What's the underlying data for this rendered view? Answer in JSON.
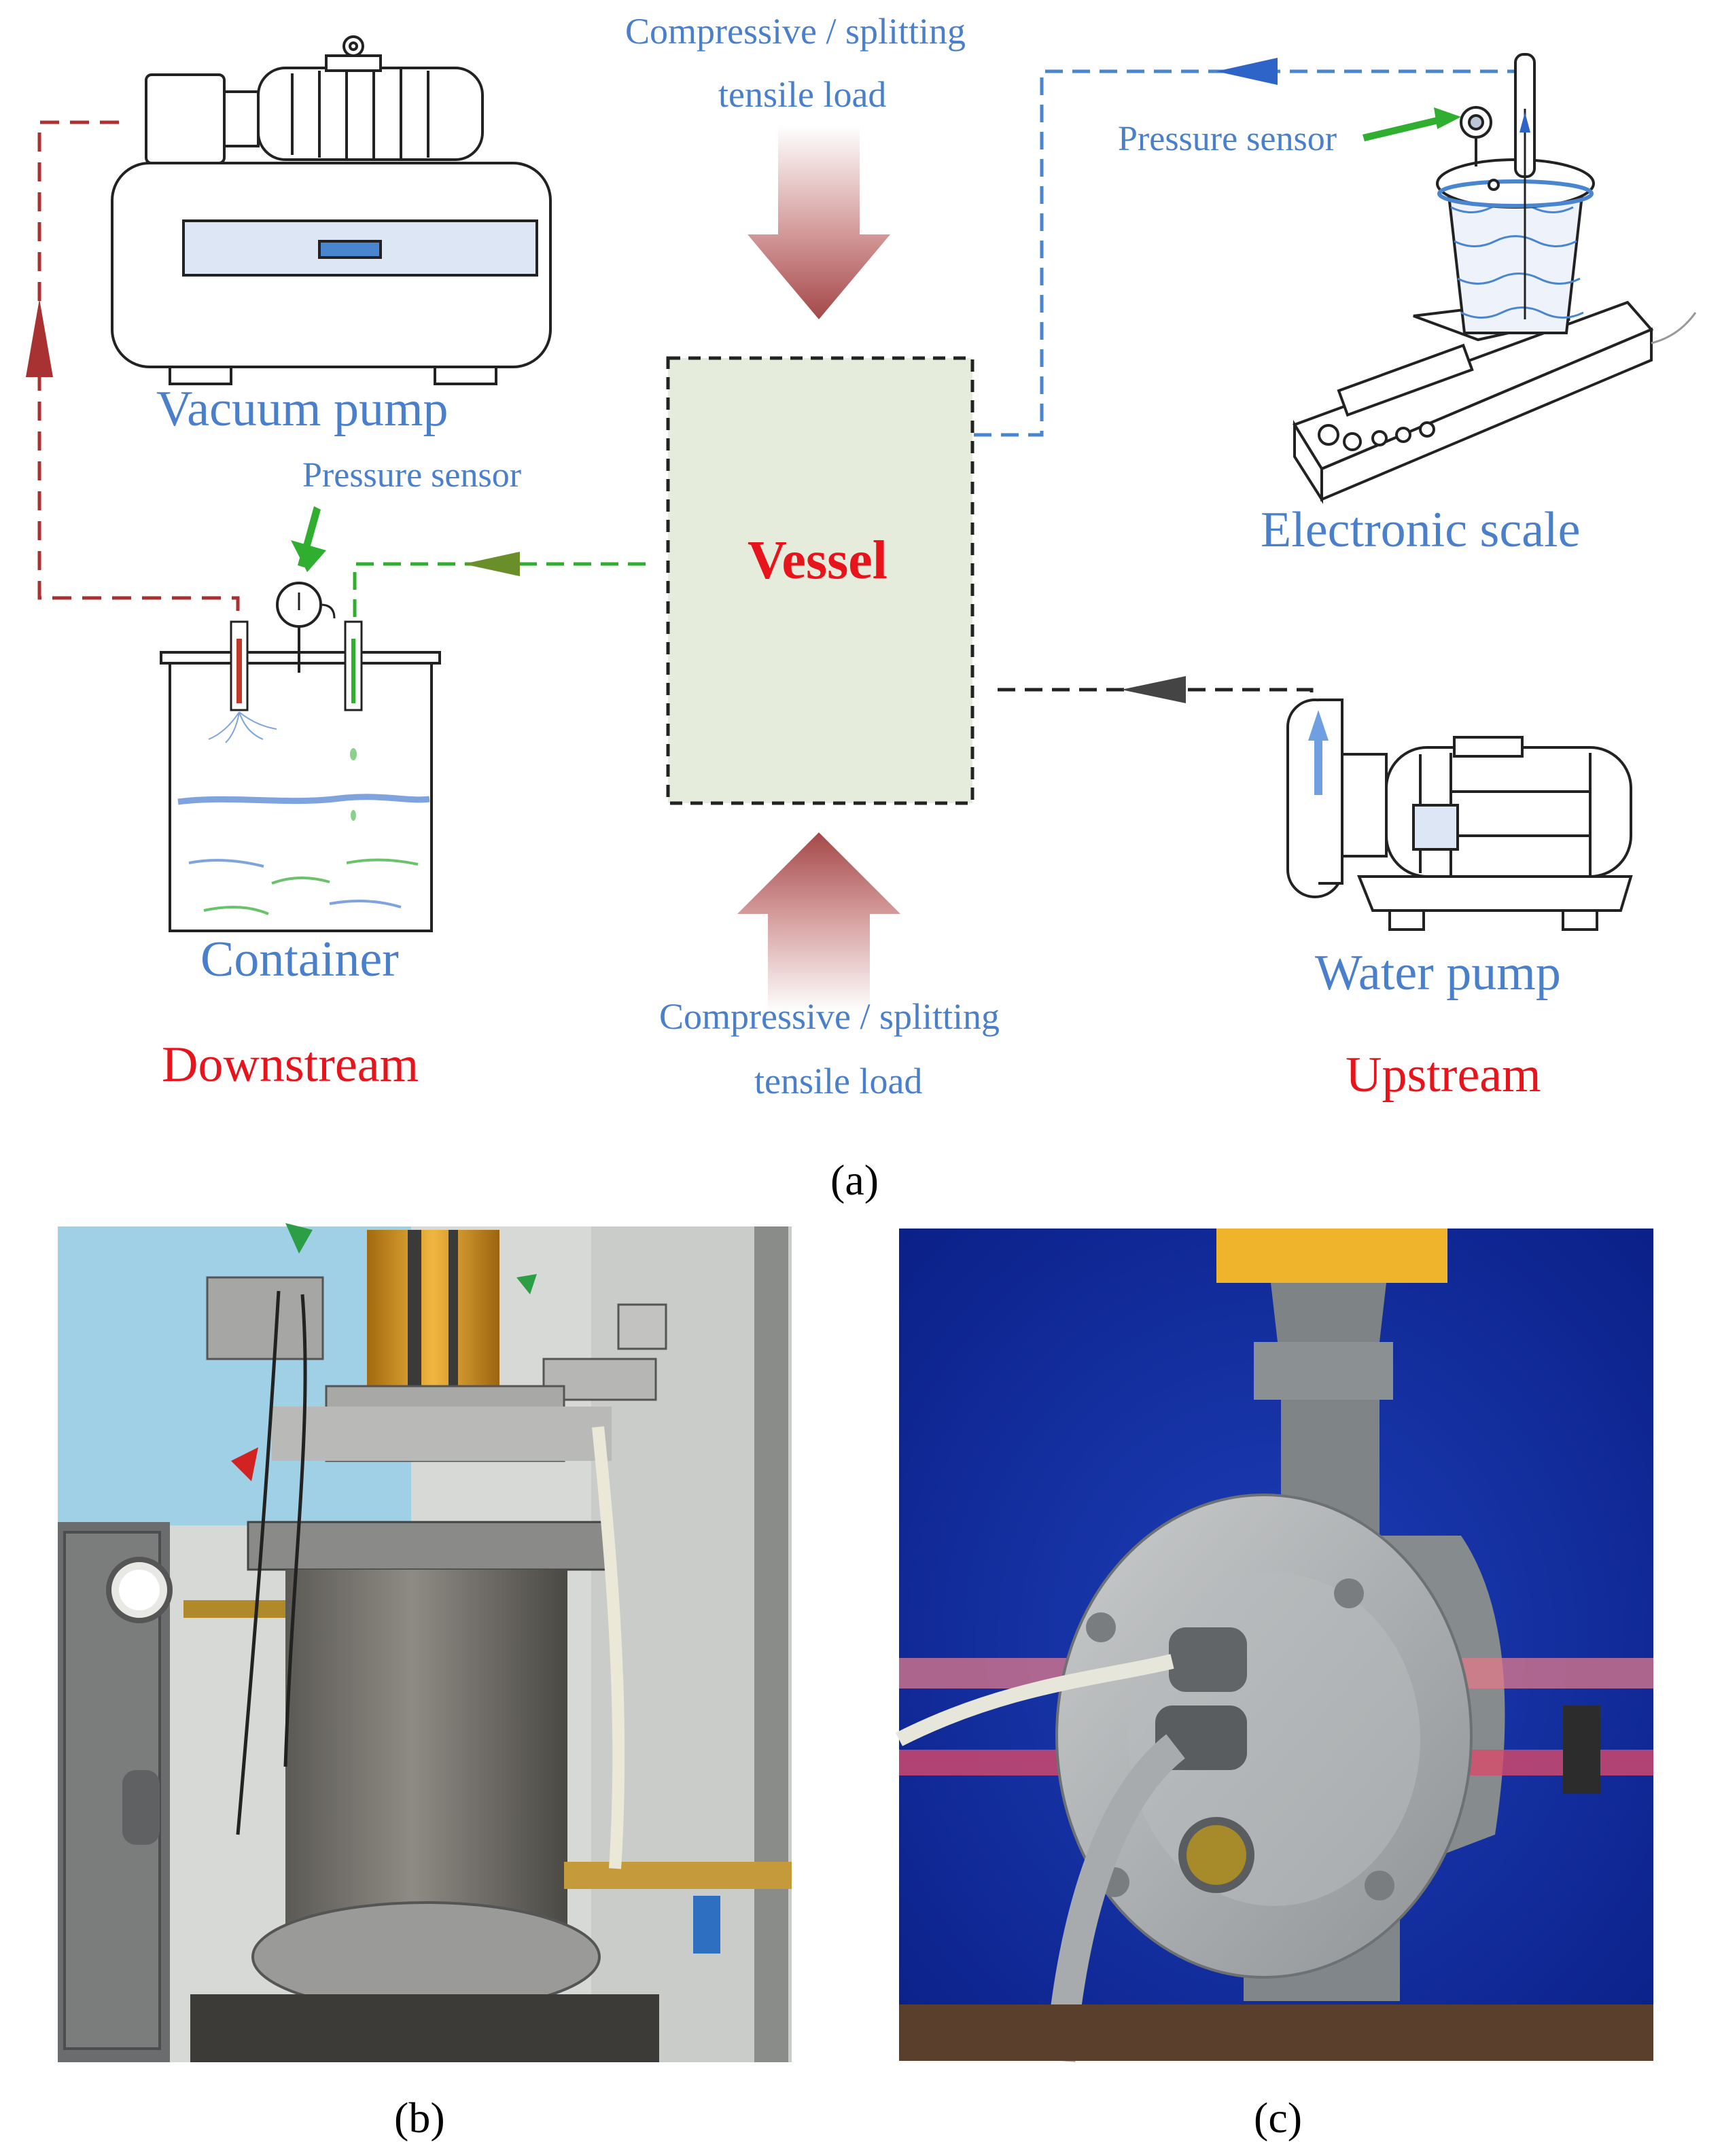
{
  "diagram": {
    "top_load_label": [
      "Compressive / splitting",
      "tensile load"
    ],
    "bottom_load_label": [
      "Compressive / splitting",
      "tensile load"
    ],
    "vacuum_pump_label": "Vacuum pump",
    "pressure_sensor_left": "Pressure sensor",
    "pressure_sensor_right": "Pressure sensor",
    "container_label": "Container",
    "downstream_label": "Downstream",
    "vessel_label": "Vessel",
    "electronic_scale_label": "Electronic scale",
    "water_pump_label": "Water pump",
    "upstream_label": "Upstream"
  },
  "captions": {
    "a": "(a)",
    "b": "(b)",
    "c": "(c)"
  },
  "colors": {
    "label_blue": "#4a7fcc",
    "label_red": "#e8141c",
    "vacuum_line": "#a83232",
    "container_line": "#2fae2f",
    "scale_line": "#4a86d0",
    "water_line": "#222222",
    "vessel_fill": "#e6ecdc",
    "load_arrow": "#b85a5a"
  }
}
